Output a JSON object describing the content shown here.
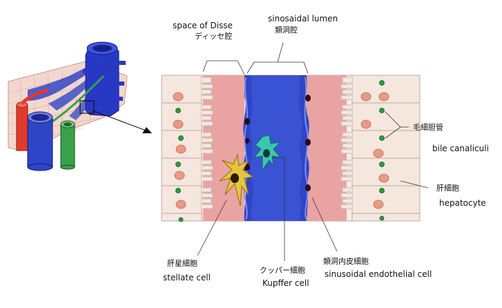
{
  "labels": {
    "space_of_disse_en": "space of Disse",
    "space_of_disse_jp": "ディッセ腔",
    "sinusoidal_lumen_en": "sinosaidal lumen",
    "sinusoidal_lumen_jp": "類洞腔",
    "bile_canaliculi_jp": "毛細胆管",
    "bile_canaliculi_en": "bile canaliculi",
    "hepatocyte_jp": "肝細胞",
    "hepatocyte_en": "hepatocyte",
    "stellate_jp": "肝星細胞",
    "stellate_en": "stellate cell",
    "kupffer_jp": "クッパー細胞",
    "kupffer_en": "Kupffer cell",
    "endothelial_jp": "類洞内皮細胞",
    "endothelial_en": "sinusoidal endothelial cell"
  },
  "colors": {
    "sinusoid_blue": "#2f45c8",
    "disse_pink": "#e9a3a3",
    "hepatocyte_cream": "#f6e7de",
    "nucleus_salmon": "#e99a82",
    "canaliculi_green": "#2b9a44",
    "stellate_yellow": "#e5c63a",
    "kupffer_teal": "#3cc6b0",
    "portal_red": "#e23a2a",
    "bile_green": "#3aa04a"
  }
}
